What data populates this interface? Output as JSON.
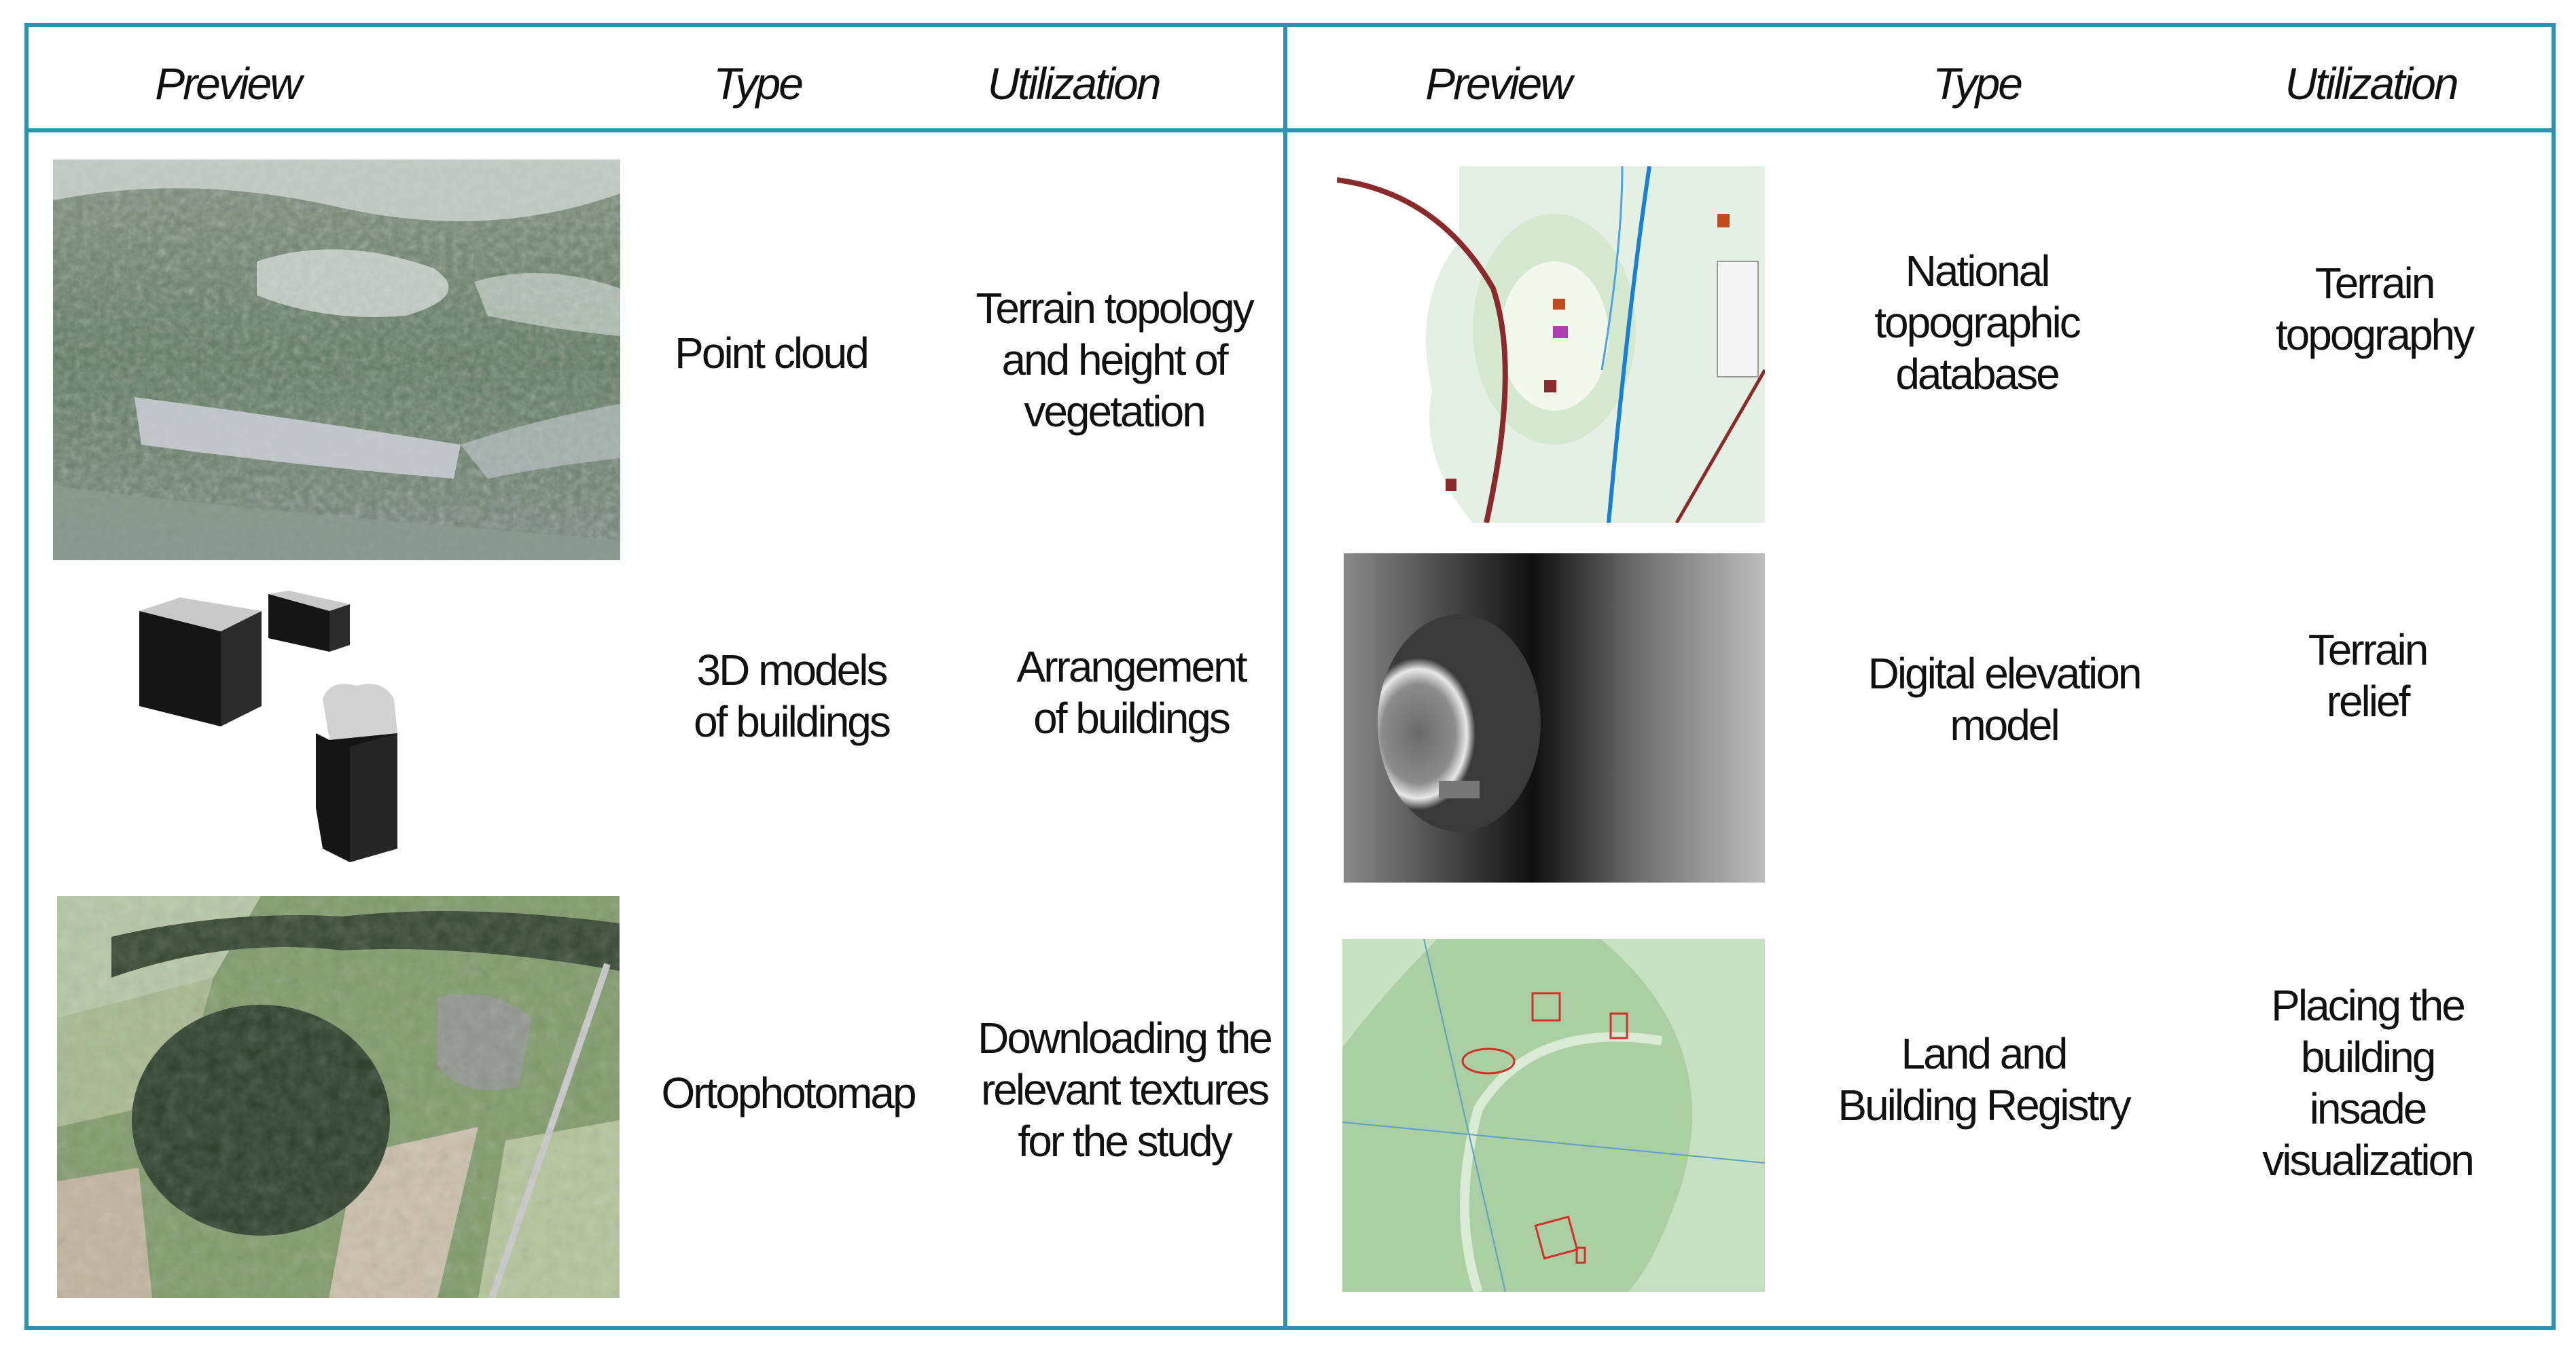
{
  "headers": {
    "left": {
      "preview": "Preview",
      "type": "Type",
      "utilization": "Utilization"
    },
    "right": {
      "preview": "Preview",
      "type": "Type",
      "utilization": "Utilization"
    }
  },
  "rows_left": [
    {
      "preview": "point-cloud-image",
      "type": "Point cloud",
      "utilization": "Terrain topology\nand height of\nvegetation"
    },
    {
      "preview": "building-models-image",
      "type": "3D models\nof buildings",
      "utilization": "Arrangement\nof buildings"
    },
    {
      "preview": "orthophoto-image",
      "type": "Ortophotomap",
      "utilization": "Downloading the\nrelevant textures\nfor the study"
    }
  ],
  "rows_right": [
    {
      "preview": "topographic-map-image",
      "type": "National\ntopographic\ndatabase",
      "utilization": "Terrain topography"
    },
    {
      "preview": "elevation-model-image",
      "type": "Digital elevation\nmodel",
      "utilization": "Terrain relief"
    },
    {
      "preview": "cadastral-map-image",
      "type": "Land and\nBuilding Registry",
      "utilization": "Placing the building\ninsade visualization"
    }
  ],
  "colors": {
    "border": "#2a93b4"
  }
}
